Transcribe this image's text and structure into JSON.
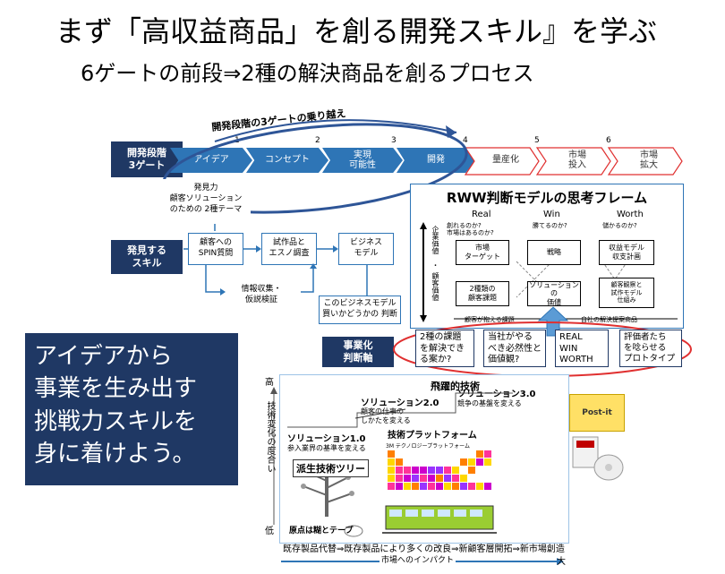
{
  "title": "まず「高収益商品」を創る開発スキル』を学ぶ",
  "subtitle": "6ゲートの前段⇒2種の解決商品を創るプロセス",
  "stage": {
    "label_line1": "開発段階",
    "label_line2": "3ゲート",
    "arc_label": "開発段階の3ゲートの乗り越え",
    "numbers": [
      "1",
      "2",
      "3",
      "4",
      "5",
      "6"
    ],
    "steps": [
      "アイデア",
      "コンセプト",
      "実現\n可能性",
      "開発",
      "量産化",
      "市場\n投入",
      "市場\n拡大"
    ]
  },
  "skills": {
    "label_line1": "発見する",
    "label_line2": "スキル",
    "discovery": "発見力\n顧客ソリューション\nのための 2種テーマ",
    "spin": "顧客への\nSPIN質問",
    "prototype": "試作品と\nエスノ調査",
    "bizmodel": "ビジネス\nモデル",
    "info": "情報収集・\n仮説検証",
    "buy": "このビジネスモデル\n買いかどうかの 判断"
  },
  "rww": {
    "title": "RWW判断モデルの思考フレーム",
    "columns": [
      "Real",
      "Win",
      "Worth"
    ],
    "col_notes": [
      "創れるのか?\n市場はあるのか?",
      "勝てるのか?",
      "儲かるのか?"
    ],
    "axis_top": "企業価値",
    "axis_mid": "・",
    "axis_bottom": "顧客価値",
    "cells": {
      "market_target": "市場\nターゲット",
      "strategy": "戦略",
      "revenue": "収益モデル\n収支計画",
      "two_issues": "2種類の\n顧客課題",
      "solution_value": "ソリューションの\n価値",
      "customer_obs": "顧客観察と\n試作モデル\n仕組み"
    },
    "bottom_left": "顧客が抱える課題",
    "bottom_right": "自社の解決提案商品"
  },
  "judge": {
    "label_line1": "事業化",
    "label_line2": "判断軸",
    "items": [
      "2種の課題\nを解決でき\nる案か?",
      "当社がやる\nべき必然性と\n価値観?",
      "REAL\nWIN\nWORTH",
      "評価者たち\nを唸らせる\nプロトタイプ"
    ]
  },
  "callout": "アイデアから\n事業を生み出す\n挑戦力スキルを\n身に着けよう。",
  "lower": {
    "axis_high": "高",
    "axis_low": "低",
    "y_label": "技術変化の度合い",
    "x_label": "市場へのインパクト",
    "x_high": "大",
    "leap": "飛躍的技術",
    "sol1_title": "ソリューション1.0",
    "sol1_desc": "参入業界の基準を変える",
    "sol2_title": "ソリューション2.0",
    "sol2_desc": "顧客の仕事の\nしかたを変える",
    "sol3_title": "ソリューション3.0",
    "sol3_desc": "競争の基盤を変える",
    "platform": "技術プラットフォーム",
    "platform_sub": "3M テクノロジープラットフォーム",
    "tree": "派生技術ツリー",
    "origin": "原点は糊とテープ",
    "bottom_text": "既存製品代替⇒既存製品により多くの改良⇒新顧客層開拓⇒新市場創造",
    "product_brand": "Post-it"
  },
  "colors": {
    "navy": "#1f3864",
    "blue": "#2e75b6",
    "red": "#e03030"
  }
}
